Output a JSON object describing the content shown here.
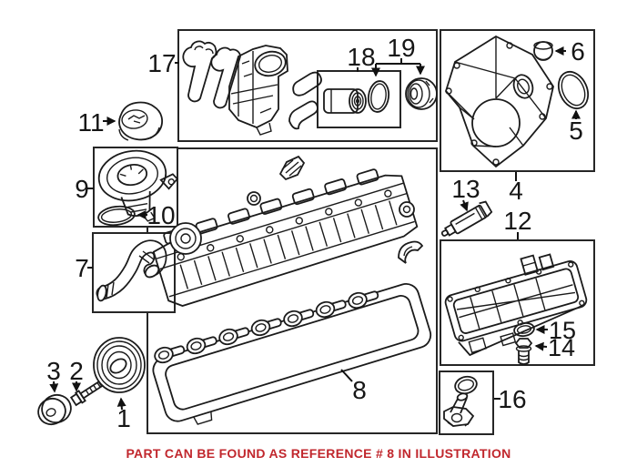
{
  "illustration": {
    "callouts": {
      "c1": "1",
      "c2": "2",
      "c3": "3",
      "c4": "4",
      "c5": "5",
      "c6": "6",
      "c7": "7",
      "c8": "8",
      "c9": "9",
      "c10": "10",
      "c11": "11",
      "c12": "12",
      "c13": "13",
      "c14": "14",
      "c15": "15",
      "c16": "16",
      "c17": "17",
      "c18": "18",
      "c19": "19"
    }
  },
  "footer": {
    "note": "PART CAN BE FOUND AS REFERENCE # 8 IN ILLUSTRATION"
  },
  "colors": {
    "note_red": "#c1272d",
    "line": "#1b1b1b",
    "background": "#ffffff"
  }
}
